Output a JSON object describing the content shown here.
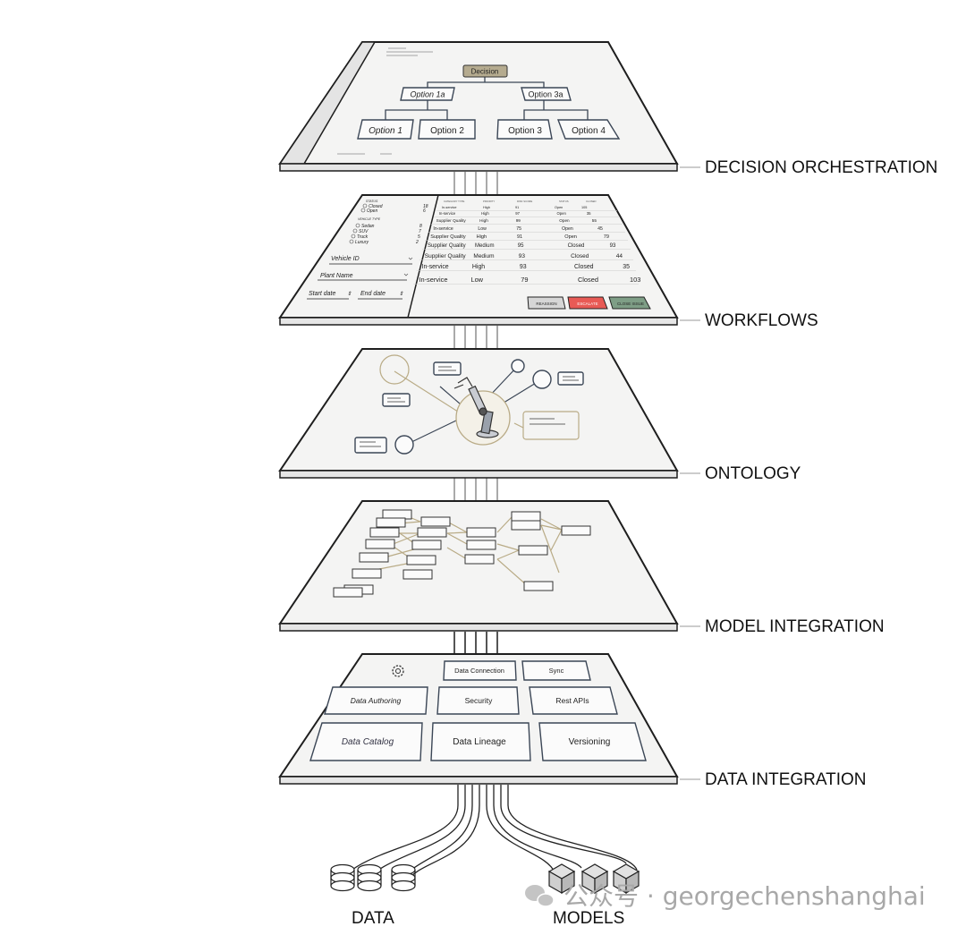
{
  "layers": {
    "decision": "DECISION ORCHESTRATION",
    "workflows": "WORKFLOWS",
    "ontology": "ONTOLOGY",
    "model": "MODEL INTEGRATION",
    "data": "DATA INTEGRATION"
  },
  "decision_tree": {
    "root": "Decision",
    "option_1a": "Option 1a",
    "option_3a": "Option 3a",
    "option_1": "Option 1",
    "option_2": "Option 2",
    "option_3": "Option 3",
    "option_4": "Option 4"
  },
  "workflows": {
    "filter_status_title": "STATUS",
    "status": [
      {
        "label": "Closed",
        "count": "18"
      },
      {
        "label": "Open",
        "count": "6"
      }
    ],
    "filter_vehicle_title": "VEHICLE TYPE",
    "vehicle": [
      {
        "label": "Sedan",
        "count": "8"
      },
      {
        "label": "SUV",
        "count": "7"
      },
      {
        "label": "Truck",
        "count": "5"
      },
      {
        "label": "Luxury",
        "count": "2"
      }
    ],
    "vehicle_id": "Vehicle ID",
    "plant_name": "Plant Name",
    "start_date": "Start date",
    "end_date": "End date",
    "columns": [
      "CATEGORY TYPE",
      "PRIORITY",
      "RISK SCORE",
      "STATUS",
      "CLOSED"
    ],
    "rows": [
      [
        "In-service",
        "High",
        "91",
        "Open",
        "105"
      ],
      [
        "In-service",
        "High",
        "97",
        "Open",
        "35"
      ],
      [
        "Supplier Quality",
        "High",
        "99",
        "Open",
        "55"
      ],
      [
        "In-service",
        "Low",
        "75",
        "Open",
        "45"
      ],
      [
        "Supplier Quality",
        "High",
        "91",
        "Open",
        "79"
      ],
      [
        "Supplier Quality",
        "Medium",
        "95",
        "Closed",
        "93"
      ],
      [
        "Supplier Quality",
        "Medium",
        "93",
        "Closed",
        "44"
      ],
      [
        "In-service",
        "High",
        "93",
        "Closed",
        "35"
      ],
      [
        "In-service",
        "Low",
        "79",
        "Closed",
        "103"
      ]
    ],
    "reassign": "REASSIGN",
    "escalate": "ESCALATE",
    "close_issue": "CLOSE ISSUE"
  },
  "data_integration": {
    "data_connection": "Data Connection",
    "sync": "Sync",
    "data_authoring": "Data Authoring",
    "security": "Security",
    "rest_apis": "Rest APIs",
    "data_catalog": "Data Catalog",
    "data_lineage": "Data Lineage",
    "versioning": "Versioning"
  },
  "sources": {
    "data": "DATA",
    "models": "MODELS"
  },
  "watermark": "公众号 · georgechenshanghai",
  "colors": {
    "decision": "#b5ab8f",
    "escalate": "#e85a55",
    "close": "#7e9e86",
    "reassign": "#d6d6d6",
    "accent_line": "#b9ab86"
  }
}
